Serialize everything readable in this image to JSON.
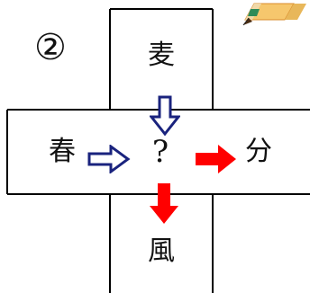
{
  "problem": {
    "number": "②"
  },
  "puzzle": {
    "top": "麦",
    "left": "春",
    "right": "分",
    "bottom": "風",
    "center": "?"
  },
  "arrows": {
    "in_from_top": {
      "style": "outline",
      "color": "#1a237e",
      "direction": "down"
    },
    "in_from_left": {
      "style": "outline",
      "color": "#1a237e",
      "direction": "right"
    },
    "out_to_right": {
      "style": "solid",
      "color": "#ff0000",
      "direction": "right"
    },
    "out_to_bottom": {
      "style": "solid",
      "color": "#ff0000",
      "direction": "down"
    }
  },
  "decoration": {
    "icon": "pencil-icon"
  }
}
